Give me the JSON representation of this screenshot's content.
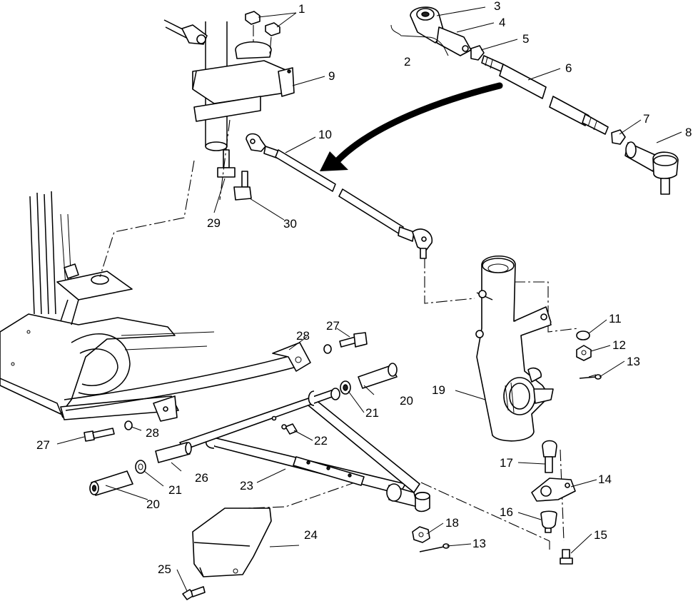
{
  "callouts": {
    "n1": "1",
    "n2": "2",
    "n3": "3",
    "n4": "4",
    "n5": "5",
    "n6": "6",
    "n7": "7",
    "n8": "8",
    "n9": "9",
    "n10": "10",
    "n11": "11",
    "n12": "12",
    "n13a": "13",
    "n13b": "13",
    "n14": "14",
    "n15": "15",
    "n16": "16",
    "n17": "17",
    "n18": "18",
    "n19": "19",
    "n20a": "20",
    "n20b": "20",
    "n21a": "21",
    "n21b": "21",
    "n22": "22",
    "n23": "23",
    "n24": "24",
    "n25": "25",
    "n26": "26",
    "n27a": "27",
    "n27b": "27",
    "n28a": "28",
    "n28b": "28",
    "n29": "29",
    "n30": "30"
  }
}
